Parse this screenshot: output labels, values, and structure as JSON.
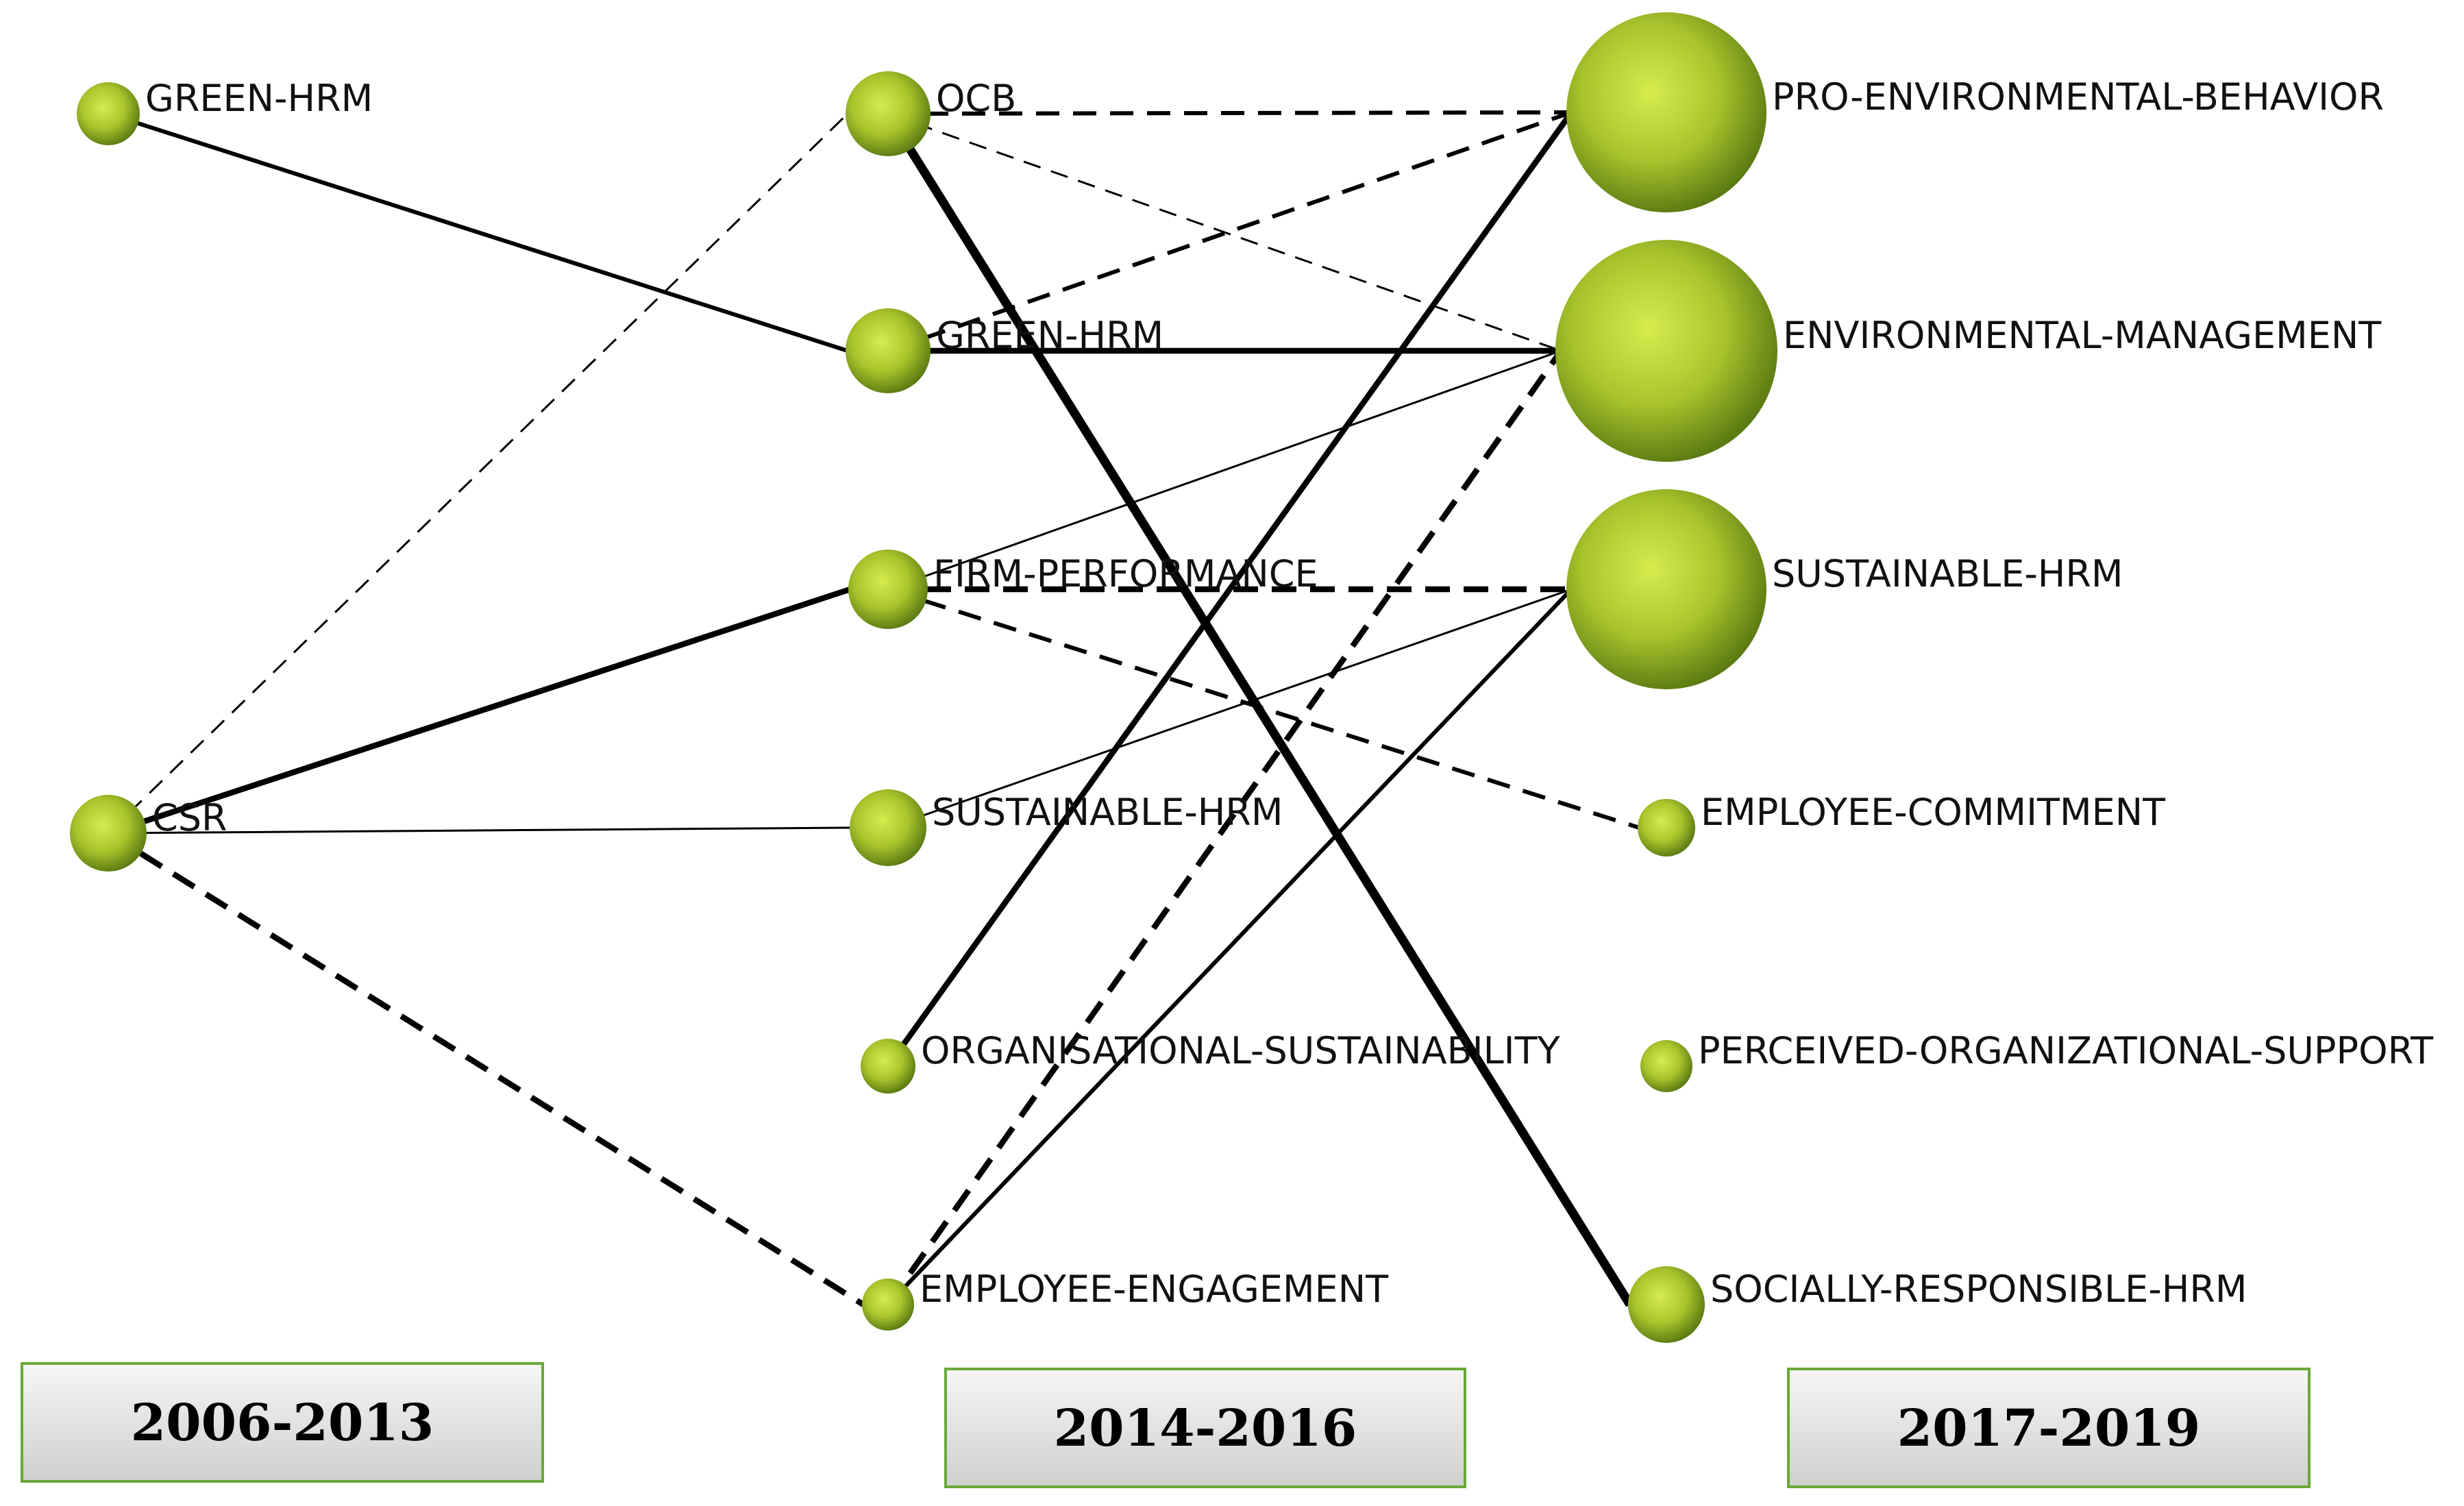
{
  "diagram": {
    "periods": [
      {
        "id": "p1",
        "label": "2006-2013"
      },
      {
        "id": "p2",
        "label": "2014-2016"
      },
      {
        "id": "p3",
        "label": "2017-2019"
      }
    ],
    "nodes": [
      {
        "id": "p1_green_hrm",
        "period": "p1",
        "label": "GREEN-HRM"
      },
      {
        "id": "p1_csr",
        "period": "p1",
        "label": "CSR"
      },
      {
        "id": "p2_ocb",
        "period": "p2",
        "label": "OCB"
      },
      {
        "id": "p2_green_hrm",
        "period": "p2",
        "label": "GREEN-HRM"
      },
      {
        "id": "p2_firm_performance",
        "period": "p2",
        "label": "FIRM-PERFORMANCE"
      },
      {
        "id": "p2_sustainable_hrm",
        "period": "p2",
        "label": "SUSTAINABLE-HRM"
      },
      {
        "id": "p2_organisational_sustainability",
        "period": "p2",
        "label": "ORGANISATIONAL-SUSTAINABILITY"
      },
      {
        "id": "p2_employee_engagement",
        "period": "p2",
        "label": "EMPLOYEE-ENGAGEMENT"
      },
      {
        "id": "p3_pro_environmental_behavior",
        "period": "p3",
        "label": "PRO-ENVIRONMENTAL-BEHAVIOR"
      },
      {
        "id": "p3_environmental_management",
        "period": "p3",
        "label": "ENVIRONMENTAL-MANAGEMENT"
      },
      {
        "id": "p3_sustainable_hrm",
        "period": "p3",
        "label": "SUSTAINABLE-HRM"
      },
      {
        "id": "p3_employee_commitment",
        "period": "p3",
        "label": "EMPLOYEE-COMMITMENT"
      },
      {
        "id": "p3_perceived_organizational_support",
        "period": "p3",
        "label": "PERCEIVED-ORGANIZATIONAL-SUPPORT"
      },
      {
        "id": "p3_socially_responsible_hrm",
        "period": "p3",
        "label": "SOCIALLY-RESPONSIBLE-HRM"
      }
    ],
    "edges": [
      {
        "from": "p1_green_hrm",
        "to": "p2_green_hrm",
        "style": "solid",
        "weight": "medium"
      },
      {
        "from": "p1_csr",
        "to": "p2_ocb",
        "style": "dashed",
        "weight": "thin"
      },
      {
        "from": "p1_csr",
        "to": "p2_firm_performance",
        "style": "solid",
        "weight": "heavy"
      },
      {
        "from": "p1_csr",
        "to": "p2_sustainable_hrm",
        "style": "solid",
        "weight": "thin"
      },
      {
        "from": "p1_csr",
        "to": "p2_employee_engagement",
        "style": "dashed",
        "weight": "heavy"
      },
      {
        "from": "p2_ocb",
        "to": "p3_pro_environmental_behavior",
        "style": "dashed",
        "weight": "medium"
      },
      {
        "from": "p2_ocb",
        "to": "p3_environmental_management",
        "style": "dashed",
        "weight": "thin"
      },
      {
        "from": "p2_ocb",
        "to": "p3_socially_responsible_hrm",
        "style": "solid",
        "weight": "extra-heavy"
      },
      {
        "from": "p2_green_hrm",
        "to": "p3_pro_environmental_behavior",
        "style": "dashed",
        "weight": "medium"
      },
      {
        "from": "p2_green_hrm",
        "to": "p3_environmental_management",
        "style": "solid",
        "weight": "heavy"
      },
      {
        "from": "p2_firm_performance",
        "to": "p3_environmental_management",
        "style": "solid",
        "weight": "thin"
      },
      {
        "from": "p2_firm_performance",
        "to": "p3_sustainable_hrm",
        "style": "dashed",
        "weight": "heavy"
      },
      {
        "from": "p2_firm_performance",
        "to": "p3_employee_commitment",
        "style": "dashed",
        "weight": "medium"
      },
      {
        "from": "p2_sustainable_hrm",
        "to": "p3_sustainable_hrm",
        "style": "solid",
        "weight": "thin"
      },
      {
        "from": "p2_organisational_sustainability",
        "to": "p3_pro_environmental_behavior",
        "style": "solid",
        "weight": "heavy"
      },
      {
        "from": "p2_employee_engagement",
        "to": "p3_environmental_management",
        "style": "dashed",
        "weight": "heavy"
      },
      {
        "from": "p2_employee_engagement",
        "to": "p3_sustainable_hrm",
        "style": "solid",
        "weight": "medium"
      }
    ],
    "colors": {
      "node_light": "#d6ec4e",
      "node_mid": "#a9c42c",
      "node_dark": "#5a7a12",
      "edge": "#000000",
      "period_box_border": "#6aa83a",
      "period_box_fill_top": "#f6f6f6",
      "period_box_fill_bottom": "#cfcfcf"
    }
  }
}
